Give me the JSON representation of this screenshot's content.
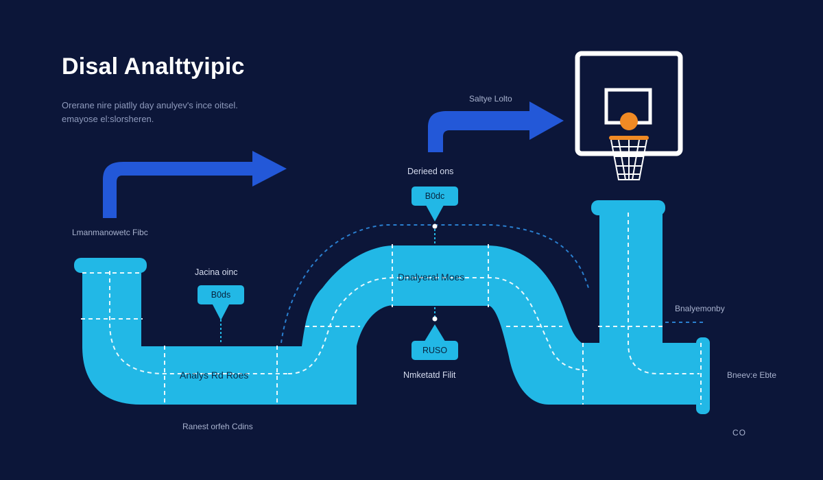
{
  "title": "Disal Analttyipic",
  "subtitle_lines": [
    "Orerane nire piatlly day anulyev's ince oitsel.",
    "emayose el:slorsheren."
  ],
  "labels": {
    "left_arrow": "Lmanmanowetc Fibc",
    "top_arrow": "Saltye Lolto",
    "callout1_heading": "Jacina oinc",
    "callout1": "B0ds",
    "callout2_heading": "Derieed ons",
    "callout2": "B0dc",
    "callout3": "RUSO",
    "callout3_caption": "Nmketatd Filit",
    "pipe_left": "Analys Rd Roes",
    "pipe_mid": "Dnalyeral Moes",
    "right_upper": "Bnalyemonby",
    "right_lower": "Bneev:e Ebte",
    "bottom": "Ranest orfeh Cdins",
    "corner_mark": "CO"
  },
  "colors": {
    "background": "#0c1639",
    "pipe": "#22b8e6",
    "pipe_seam": "#ffffff",
    "arrow": "#2358d8",
    "hoop_ball": "#f08a24",
    "dashed_guide": "#2a7fd0"
  },
  "icons": [
    "basketball-hoop-icon",
    "arrow-right-icon"
  ]
}
